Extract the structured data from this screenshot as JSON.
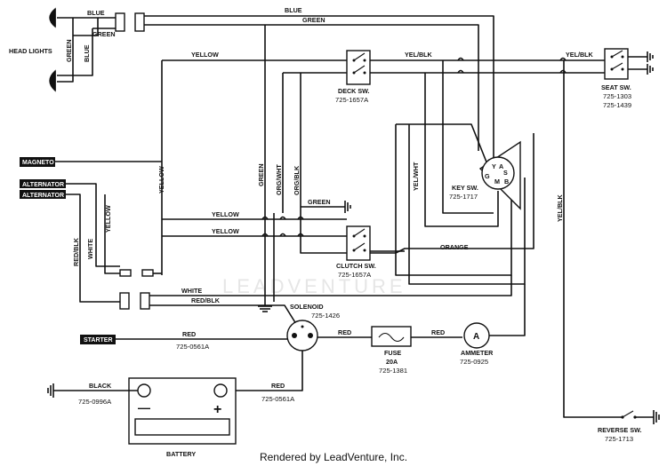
{
  "labels": {
    "head_lights": "HEAD LIGHTS",
    "seat_sw": "SEAT SW.",
    "seat_sw_num1": "725-1303",
    "seat_sw_num2": "725-1439",
    "deck_sw": "DECK SW.",
    "deck_sw_num": "725-1657A",
    "clutch_sw": "CLUTCH SW.",
    "clutch_sw_num": "725-1657A",
    "key_sw": "KEY SW.",
    "key_sw_num": "725-1717",
    "magneto": "MAGNETO",
    "alternator_1": "ALTERNATOR",
    "alternator_2": "ALTERNATOR",
    "starter": "STARTER",
    "solenoid": "SOLENOID",
    "solenoid_num": "725-1426",
    "fuse": "FUSE",
    "fuse_rating": "20A",
    "fuse_num": "725-1381",
    "ammeter": "AMMETER",
    "ammeter_num": "725-0925",
    "ammeter_symbol": "A",
    "battery": "BATTERY",
    "battery_minus": "—",
    "battery_plus": "+",
    "reverse_sw": "REVERSE SW.",
    "reverse_sw_num": "725-1713",
    "starter_wire_num": "725-0561A",
    "battery_red_num": "725-0561A",
    "battery_black_num": "725-0996A",
    "key_y": "Y",
    "key_a": "A",
    "key_s": "S",
    "key_g": "G",
    "key_m": "M",
    "key_b": "B",
    "watermark": "LEADVENTURE"
  },
  "wires": {
    "blue": "BLUE",
    "blue_top": "BLUE",
    "green": "GREEN",
    "green_top": "GREEN",
    "green_vert": "GREEN",
    "blue_vert": "BLUE",
    "yellow_top": "YELLOW",
    "yellow_vert": "YELLOW",
    "yel_blk_top": "YEL/BLK",
    "yel_blk_right": "YEL/BLK",
    "yel_blk_vert": "YEL/BLK",
    "green_ground": "GREEN",
    "org_wht": "ORG/WHT",
    "org_blk": "ORG/BLK",
    "yel_wht": "YEL/WHT",
    "yellow_mid1": "YELLOW",
    "yellow_mid2": "YELLOW",
    "orange": "ORANGE",
    "alt_yellow": "YELLOW",
    "alt_white": "WHITE",
    "alt_red_blk": "RED/BLK",
    "white_h": "WHITE",
    "red_blk_h": "RED/BLK",
    "red_starter": "RED",
    "red_sol_fuse": "RED",
    "red_fuse_amm": "RED",
    "red_battery": "RED",
    "black": "BLACK"
  },
  "footer": "Rendered by LeadVenture, Inc."
}
